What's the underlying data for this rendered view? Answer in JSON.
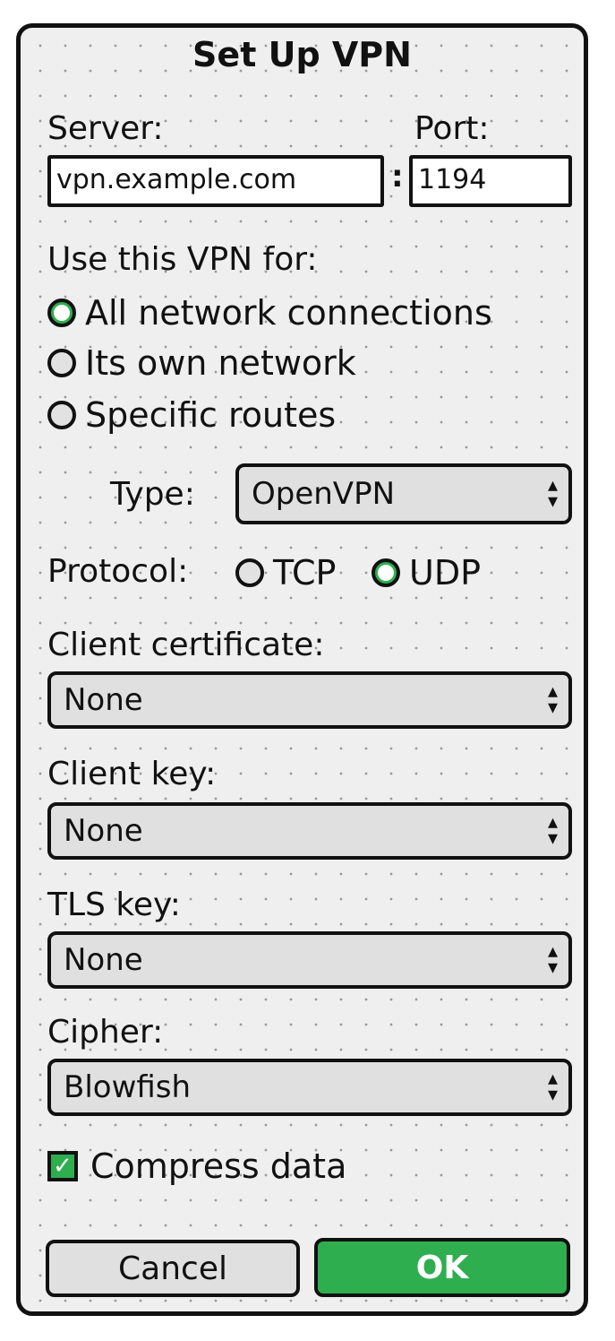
{
  "dialog": {
    "title": "Set Up VPN"
  },
  "server": {
    "label": "Server:",
    "value": "vpn.example.com"
  },
  "port": {
    "label": "Port:",
    "separator": ":",
    "value": "1194"
  },
  "use_for": {
    "label": "Use this VPN for:",
    "options": [
      {
        "label": "All network connections",
        "selected": true
      },
      {
        "label": "Its own network",
        "selected": false
      },
      {
        "label": "Specific routes",
        "selected": false
      }
    ]
  },
  "type": {
    "label": "Type:",
    "value": "OpenVPN"
  },
  "protocol": {
    "label": "Protocol:",
    "options": [
      {
        "label": "TCP",
        "selected": false
      },
      {
        "label": "UDP",
        "selected": true
      }
    ]
  },
  "client_certificate": {
    "label": "Client certificate:",
    "value": "None"
  },
  "client_key": {
    "label": "Client key:",
    "value": "None"
  },
  "tls_key": {
    "label": "TLS key:",
    "value": "None"
  },
  "cipher": {
    "label": "Cipher:",
    "value": "Blowfish"
  },
  "compress": {
    "label": "Compress data",
    "checked": true
  },
  "buttons": {
    "cancel": "Cancel",
    "ok": "OK"
  },
  "colors": {
    "accent": "#2fae4f",
    "panel": "#efefef",
    "select": "#e0e0e0"
  }
}
